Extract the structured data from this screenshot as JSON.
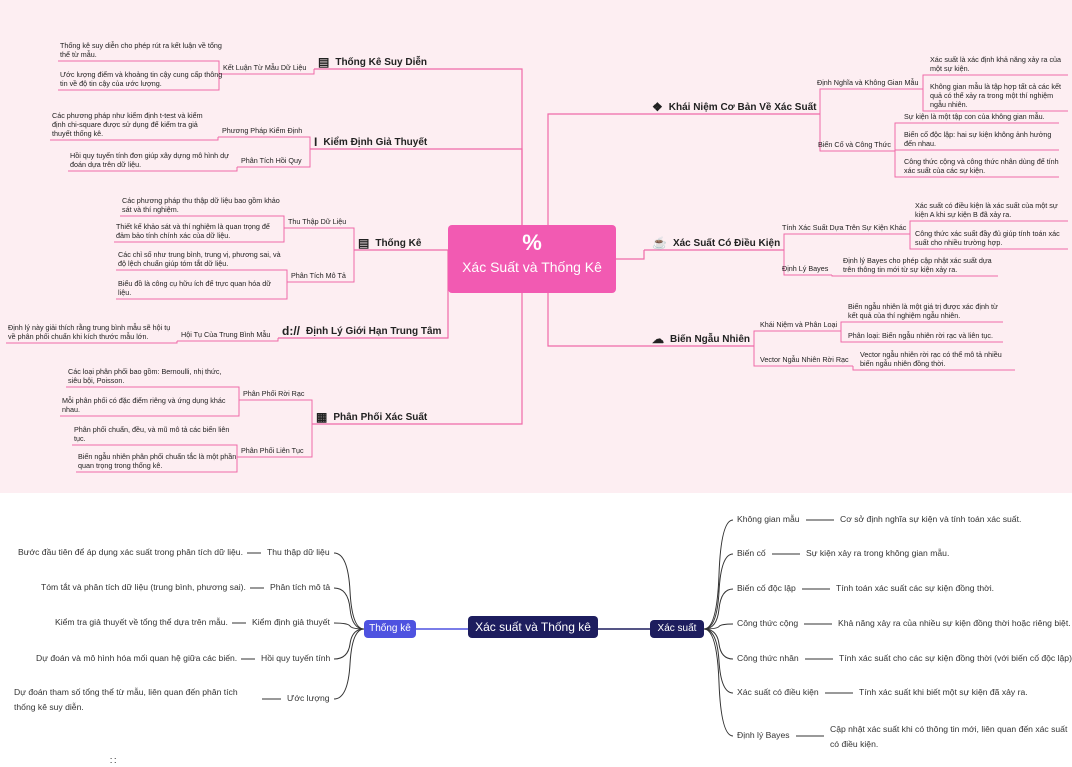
{
  "top": {
    "center": {
      "symbol": "%",
      "title": "Xác Suất và Thống Kê"
    },
    "left_branches": [
      {
        "title": "Thống Kê Suy Diễn",
        "icon": "▤",
        "icon_name": "document-icon",
        "subs": [
          {
            "label": "Kết Luận Từ Mẫu Dữ Liệu",
            "leaves": [
              "Thống kê suy diễn cho phép rút ra kết luận về tổng thể từ mẫu.",
              "Ước lượng điểm và khoảng tin cậy cung cấp thông tin về độ tin cậy của ước lượng."
            ]
          }
        ]
      },
      {
        "title": "Kiểm Định Giả Thuyết",
        "icon": "I",
        "icon_name": "italic-i-icon",
        "subs": [
          {
            "label": "Phương Pháp Kiểm Định",
            "leaves": [
              "Các phương pháp như kiểm định t-test và kiểm định chi-square được sử dụng để kiểm tra giả thuyết thống kê."
            ]
          },
          {
            "label": "Phân Tích Hồi Quy",
            "leaves": [
              "Hồi quy tuyến tính đơn giúp xây dựng mô hình dự đoán dựa trên dữ liệu."
            ]
          }
        ]
      },
      {
        "title": "Thống Kê",
        "icon": "▤",
        "icon_name": "document-icon",
        "subs": [
          {
            "label": "Thu Thập Dữ Liệu",
            "leaves": [
              "Các phương pháp thu thập dữ liệu bao gồm khảo sát và thí nghiệm.",
              "Thiết kế khảo sát và thí nghiệm là quan trọng để đảm bảo tính chính xác của dữ liệu."
            ]
          },
          {
            "label": "Phân Tích Mô Tả",
            "leaves": [
              "Các chỉ số như trung bình, trung vị, phương sai, và độ lệch chuẩn giúp tóm tắt dữ liệu.",
              "Biểu đồ là công cụ hữu ích để trực quan hóa dữ liệu."
            ]
          }
        ]
      },
      {
        "title": "Định Lý Giới Hạn Trung Tâm",
        "icon": "d://",
        "icon_name": "formula-icon",
        "subs": [
          {
            "label": "Hội Tụ Của Trung Bình Mẫu",
            "leaves": [
              "Định lý này giải thích rằng trung bình mẫu sẽ hội tụ về phân phối chuẩn khi kích thước mẫu lớn."
            ]
          }
        ]
      },
      {
        "title": "Phân Phối Xác Suất",
        "icon": "▦",
        "icon_name": "distribution-icon",
        "subs": [
          {
            "label": "Phân Phối Rời Rạc",
            "leaves": [
              "Các loại phân phối bao gồm: Bernoulli, nhị thức, siêu bội, Poisson.",
              "Mỗi phân phối có đặc điểm riêng và ứng dụng khác nhau."
            ]
          },
          {
            "label": "Phân Phối Liên Tục",
            "leaves": [
              "Phân phối chuẩn, đều, và mũ mô tả các biến liên tục.",
              "Biến ngẫu nhiên phân phối chuẩn tắc là một phần quan trọng trong thống kê."
            ]
          }
        ]
      }
    ],
    "right_branches": [
      {
        "title": "Khái Niệm Cơ Bản Về Xác Suất",
        "icon": "❖",
        "icon_name": "piggy-bank-icon",
        "subs": [
          {
            "label": "Định Nghĩa và Không Gian Mẫu",
            "leaves": [
              "Xác suất là xác định khả năng xảy ra của một sự kiện.",
              "Không gian mẫu là tập hợp tất cả các kết quả có thể xảy ra trong một thí nghiệm ngẫu nhiên."
            ]
          },
          {
            "label": "Biến Cố và Công Thức",
            "leaves": [
              "Sự kiện là một tập con của không gian mẫu.",
              "Biến cố độc lập: hai sự kiện không ảnh hưởng đến nhau.",
              "Công thức cộng và công thức nhân dùng để tính xác suất của các sự kiện."
            ]
          }
        ]
      },
      {
        "title": "Xác Suất Có Điều Kiện",
        "icon": "☕",
        "icon_name": "trophy-icon",
        "subs": [
          {
            "label": "Tính Xác Suất Dựa Trên Sự Kiện Khác",
            "leaves": [
              "Xác suất có điều kiện là xác suất của một sự kiện A khi sự kiện B đã xảy ra.",
              "Công thức xác suất đầy đủ giúp tính toán xác suất cho nhiều trường hợp."
            ]
          },
          {
            "label": "Định Lý Bayes",
            "leaves": [
              "Định lý Bayes cho phép cập nhật xác suất dựa trên thông tin mới từ sự kiện xảy ra."
            ]
          }
        ]
      },
      {
        "title": "Biến Ngẫu Nhiên",
        "icon": "☁",
        "icon_name": "elephant-icon",
        "subs": [
          {
            "label": "Khái Niệm và Phân Loại",
            "leaves": [
              "Biến ngẫu nhiên là một giá trị được xác định từ kết quả của thí nghiệm ngẫu nhiên.",
              "Phân loại: Biến ngẫu nhiên rời rạc và liên tục."
            ]
          },
          {
            "label": "Vector Ngẫu Nhiên Rời Rạc",
            "leaves": [
              "Vector ngẫu nhiên rời rạc có thể mô tả nhiều biến ngẫu nhiên đồng thời."
            ]
          }
        ]
      }
    ]
  },
  "bottom": {
    "center": "Xác suất và Thống kê",
    "left_hub": "Thống kê",
    "right_hub": "Xác suất",
    "left_items": [
      {
        "label": "Thu thập dữ liệu",
        "desc": "Bước đầu tiên để áp dụng xác suất trong phân tích dữ liệu."
      },
      {
        "label": "Phân tích mô tả",
        "desc": "Tóm tắt và phân tích dữ liệu (trung bình, phương sai)."
      },
      {
        "label": "Kiểm định giả thuyết",
        "desc": "Kiểm tra giả thuyết về tổng thể dựa trên mẫu."
      },
      {
        "label": "Hồi quy tuyến tính",
        "desc": "Dự đoán và mô hình hóa mối quan hệ giữa các biến."
      },
      {
        "label": "Ước lượng",
        "desc": "Dự đoán tham số tổng thể từ mẫu, liên quan đến phân tích thống kê suy diễn."
      }
    ],
    "right_items": [
      {
        "label": "Không gian mẫu",
        "desc": "Cơ sở định nghĩa sự kiện và tính toán xác suất."
      },
      {
        "label": "Biến cố",
        "desc": "Sự kiện xảy ra trong không gian mẫu."
      },
      {
        "label": "Biến cố độc lập",
        "desc": "Tính toán xác suất các sự kiện đồng thời."
      },
      {
        "label": "Công thức cộng",
        "desc": "Khả năng xảy ra của nhiều sự kiện đồng thời hoặc riêng biệt."
      },
      {
        "label": "Công thức nhân",
        "desc": "Tính xác suất cho các sự kiện đồng thời (với biến cố độc lập)."
      },
      {
        "label": "Xác suất có điều kiện",
        "desc": "Tính xác suất khi biết một sự kiện đã xảy ra."
      },
      {
        "label": "Định lý Bayes",
        "desc": "Cập nhật xác suất khi có thông tin mới, liên quan đến xác suất có điều kiện."
      }
    ],
    "dots": "∷"
  }
}
